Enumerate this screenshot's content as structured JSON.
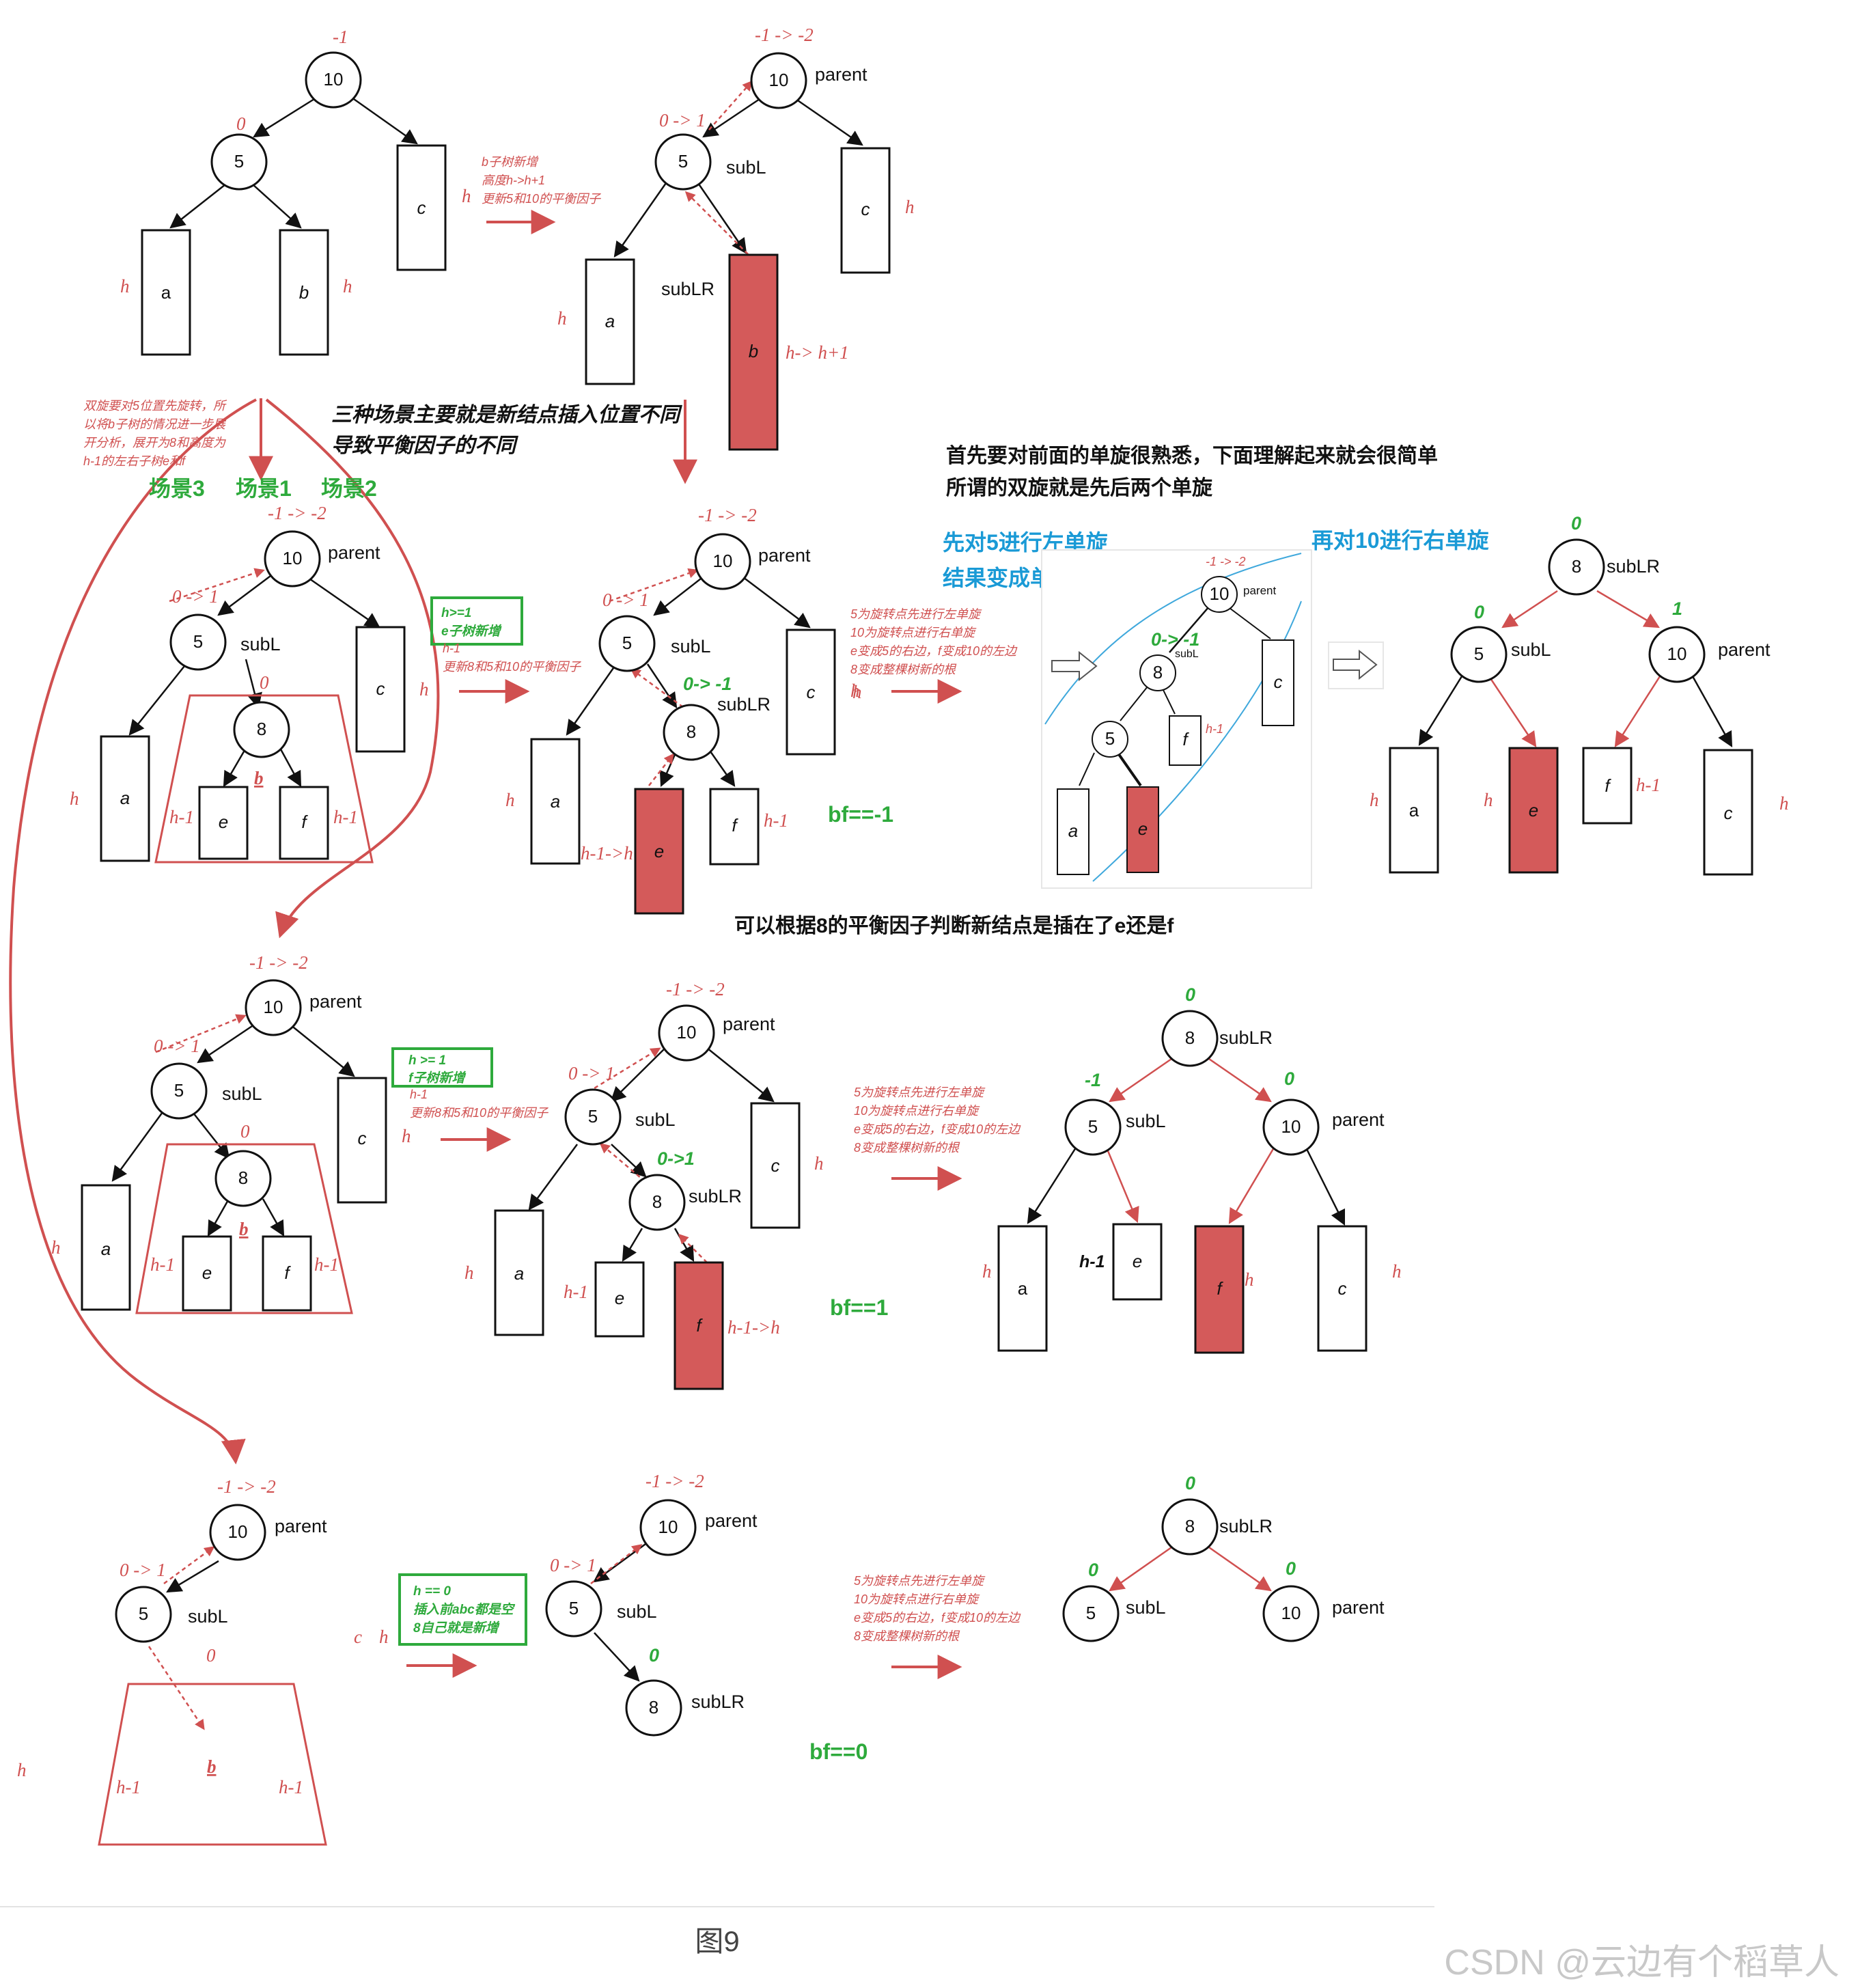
{
  "colors": {
    "red": "#d05050",
    "fill": "#d45a5a",
    "green": "#2eaa3c",
    "blue": "#1a9ad6",
    "ink": "#111111"
  },
  "nodes": {
    "n10": "10",
    "n5": "5",
    "n8": "8"
  },
  "subtrees": {
    "a": "a",
    "b": "b",
    "c": "c",
    "e": "e",
    "f": "f"
  },
  "labels": {
    "parent": "parent",
    "subL": "subL",
    "subLR": "subLR",
    "h": "h",
    "h1": "h-1",
    "h_bold": "h-1",
    "b": "b"
  },
  "bf": {
    "top_root": "-1",
    "top_five": "0",
    "m1": "-1 -> -2",
    "m0": "0 -> 1",
    "zero": "0",
    "one": "1",
    "neg1": "-1",
    "g_n1": "0-> -1",
    "g_p1": "0->1",
    "h_grow": "h-> h+1",
    "h1_grow": "h-1->h"
  },
  "notes": {
    "top1": "b子树新增",
    "top2": "高度h->h+1",
    "top3": "更新5和10的平衡因子",
    "left1": "双旋要对5位置先旋转，所",
    "left2": "以将b子树的情况进一步展",
    "left3": "开分析，展开为8和高度为",
    "left4": "h-1的左右子树e和f",
    "rot1": "5为旋转点先进行左单旋",
    "rot2": "10为旋转点进行右单旋",
    "rot3": "e变成5的右边，f变成10的左边",
    "rot4": "8变成整棵树新的根",
    "upd": "更新8和5和10的平衡因子"
  },
  "scenes": {
    "s3": "场景3",
    "s1": "场景1",
    "s2": "场景2"
  },
  "boxes": {
    "g1a": "h>=1",
    "g1b": "e子树新增",
    "g2a": "h >= 1",
    "g2b": "f子树新增",
    "g3a": "h == 0",
    "g3b": "插入前abc都是空",
    "g3c": "8自己就是新增"
  },
  "headings": {
    "three1": "三种场景主要就是新结点插入位置不同",
    "three2": "导致平衡因子的不同",
    "intro1": "首先要对前面的单旋很熟悉，下面理解起来就会很简单",
    "intro2": "所谓的双旋就是先后两个单旋",
    "left_rot": "先对5进行左单旋",
    "one_side": "结果变成单纯的一边高",
    "right_rot": "再对10进行右单旋",
    "judge": "可以根据8的平衡因子判断新结点是插在了e还是f"
  },
  "bfeq": {
    "m1": "bf==-1",
    "p1": "bf==1",
    "z": "bf==0"
  },
  "caption": "图9",
  "watermark": "CSDN @云边有个稻草人"
}
